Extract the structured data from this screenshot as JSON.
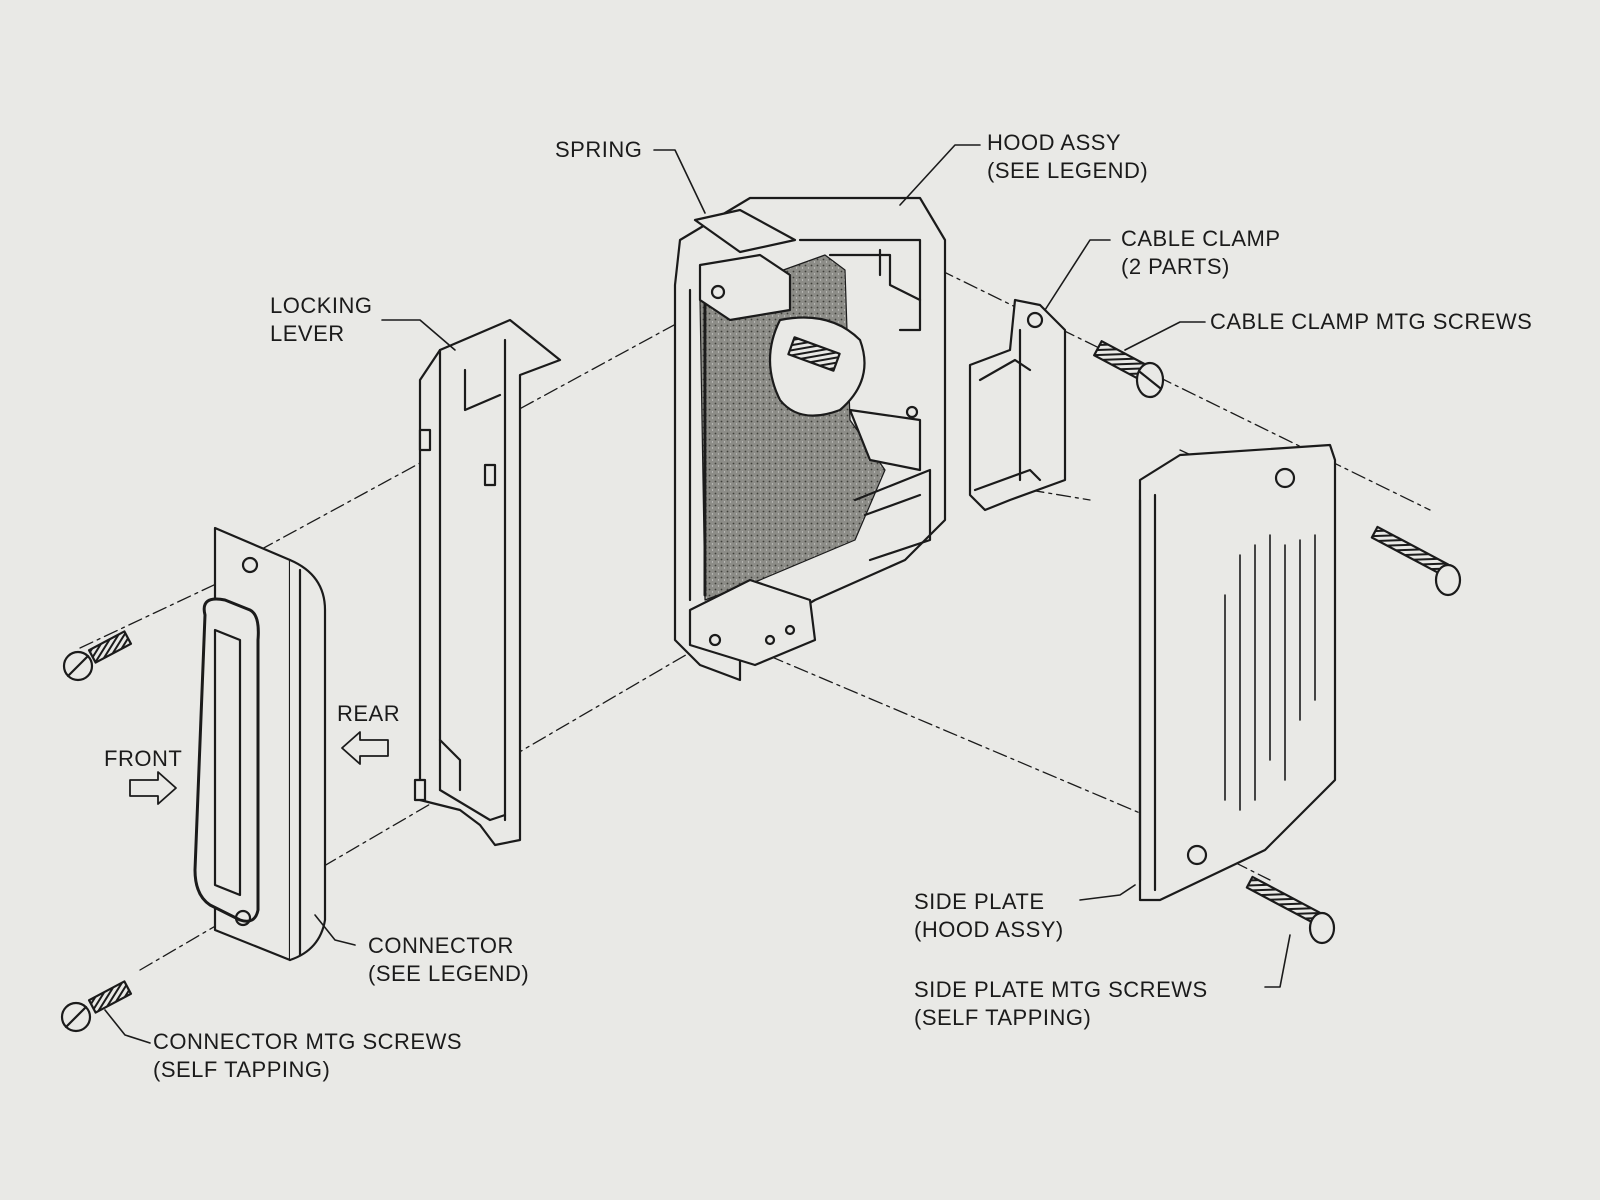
{
  "labels": {
    "spring": "SPRING",
    "hood_assy": "HOOD ASSY\n(SEE LEGEND)",
    "cable_clamp": "CABLE CLAMP\n(2 PARTS)",
    "cable_clamp_mtg_screws": "CABLE CLAMP MTG SCREWS",
    "locking_lever": "LOCKING\nLEVER",
    "rear": "REAR",
    "front": "FRONT",
    "connector": "CONNECTOR\n(SEE LEGEND)",
    "connector_mtg_screws": "CONNECTOR MTG SCREWS\n(SELF TAPPING)",
    "side_plate": "SIDE PLATE\n(HOOD ASSY)",
    "side_plate_mtg_screws": "SIDE PLATE MTG SCREWS\n(SELF TAPPING)"
  },
  "colors": {
    "paper": "#e9e9e6",
    "ink": "#1b1b1b",
    "shading": "#6e6e6a"
  }
}
